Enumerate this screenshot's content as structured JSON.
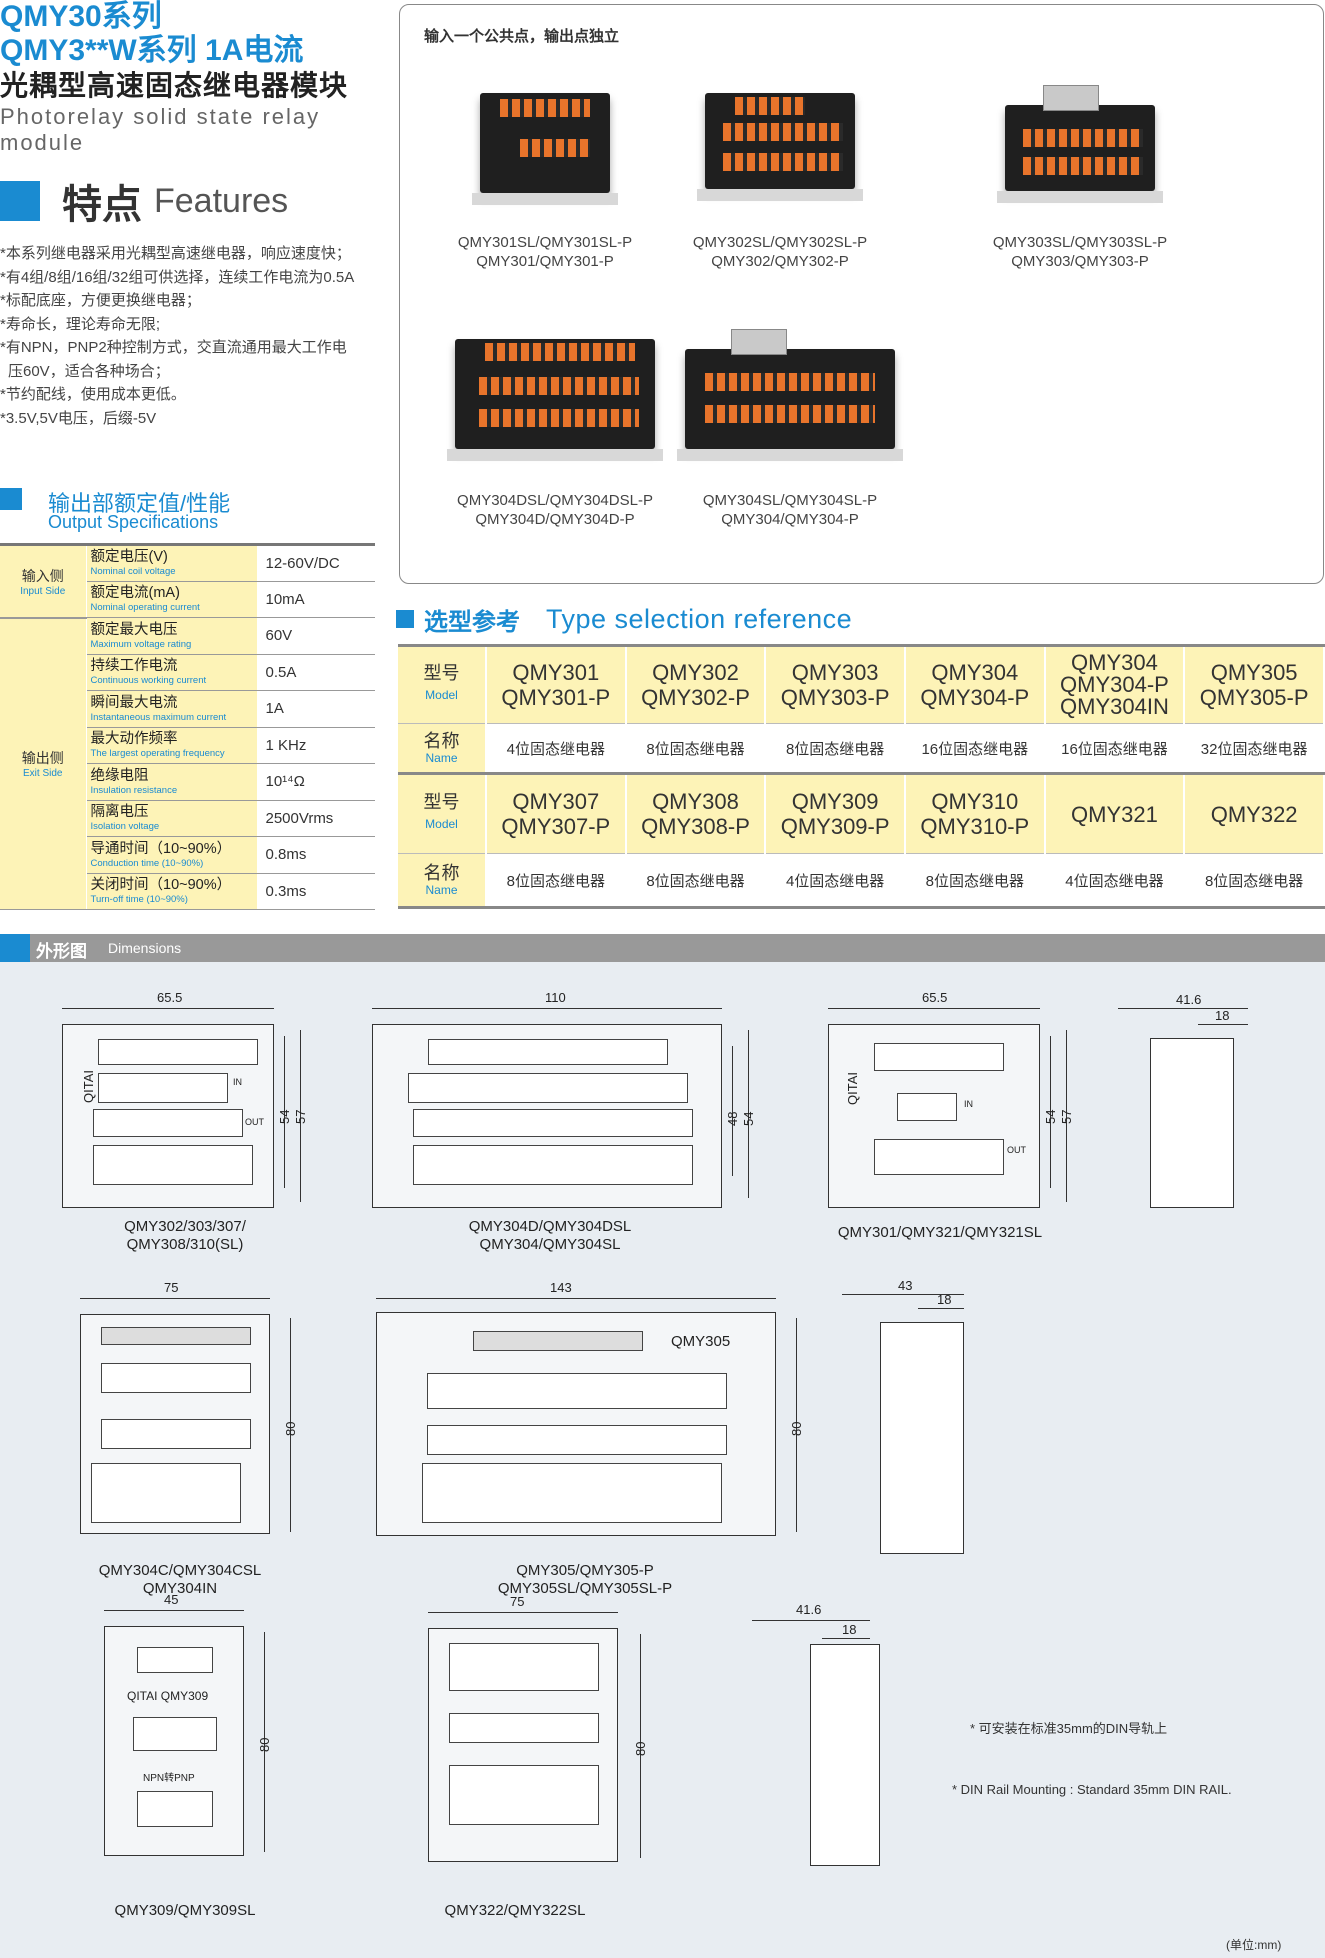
{
  "header": {
    "line1": "QMY30系列",
    "line2": "QMY3**W系列 1A电流",
    "line3": "光耦型高速固态继电器模块",
    "line4": "Photorelay solid state relay module"
  },
  "features": {
    "title_zh": "特点",
    "title_en": "Features",
    "items": [
      "*本系列继电器采用光耦型高速继电器，响应速度快；",
      "*有4组/8组/16组/32组可供选择，连续工作电流为0.5A",
      "*标配底座，方便更换继电器；",
      "*寿命长，理论寿命无限;",
      "*有NPN，PNP2种控制方式，交直流通用最大工作电",
      "  压60V，适合各种场合；",
      "*节约配线，使用成本更低。",
      "*3.5V,5V电压，后缀-5V"
    ]
  },
  "output_specs": {
    "title_zh": "输出部额定值/性能",
    "title_en": "Output Specifications",
    "input_side_zh": "输入侧",
    "input_side_en": "Input Side",
    "exit_side_zh": "输出侧",
    "exit_side_en": "Exit Side",
    "rows": [
      {
        "zh": "额定电压(V)",
        "en": "Nominal coil voltage",
        "value": "12-60V/DC"
      },
      {
        "zh": "额定电流(mA)",
        "en": "Nominal operating current",
        "value": "10mA"
      },
      {
        "zh": "额定最大电压",
        "en": "Maximum voltage rating",
        "value": "60V"
      },
      {
        "zh": "持续工作电流",
        "en": "Continuous working current",
        "value": "0.5A"
      },
      {
        "zh": "瞬间最大电流",
        "en": "Instantaneous maximum current",
        "value": "1A"
      },
      {
        "zh": "最大动作频率",
        "en": "The largest operating frequency",
        "value": "1 KHz"
      },
      {
        "zh": "绝缘电阻",
        "en": "Insulation resistance",
        "value": "10¹⁴Ω"
      },
      {
        "zh": "隔离电压",
        "en": "Isolation voltage",
        "value": "2500Vrms"
      },
      {
        "zh": "导通时间（10~90%）",
        "en": "Conduction time (10~90%)",
        "value": "0.8ms"
      },
      {
        "zh": "关闭时间（10~90%）",
        "en": "Turn-off time (10~90%)",
        "value": "0.3ms"
      }
    ]
  },
  "products": {
    "lead": "输入一个公共点，输出点独立",
    "items": [
      {
        "l1": "QMY301SL/QMY301SL-P",
        "l2": "QMY301/QMY301-P"
      },
      {
        "l1": "QMY302SL/QMY302SL-P",
        "l2": "QMY302/QMY302-P"
      },
      {
        "l1": "QMY303SL/QMY303SL-P",
        "l2": "QMY303/QMY303-P"
      },
      {
        "l1": "QMY304DSL/QMY304DSL-P",
        "l2": "QMY304D/QMY304D-P"
      },
      {
        "l1": "QMY304SL/QMY304SL-P",
        "l2": "QMY304/QMY304-P"
      }
    ]
  },
  "selection": {
    "title_zh": "选型参考",
    "title_en": "Type selection reference",
    "model_zh": "型号",
    "model_en": "Model",
    "name_zh": "名称",
    "name_en": "Name",
    "row1_models": [
      "QMY301\nQMY301-P",
      "QMY302\nQMY302-P",
      "QMY303\nQMY303-P",
      "QMY304\nQMY304-P",
      "QMY304\nQMY304-P\nQMY304IN",
      "QMY305\nQMY305-P"
    ],
    "row1_names": [
      "4位固态继电器",
      "8位固态继电器",
      "8位固态继电器",
      "16位固态继电器",
      "16位固态继电器",
      "32位固态继电器"
    ],
    "row2_models": [
      "QMY307\nQMY307-P",
      "QMY308\nQMY308-P",
      "QMY309\nQMY309-P",
      "QMY310\nQMY310-P",
      "QMY321",
      "QMY322"
    ],
    "row2_names": [
      "8位固态继电器",
      "8位固态继电器",
      "4位固态继电器",
      "8位固态继电器",
      "4位固态继电器",
      "8位固态继电器"
    ]
  },
  "dimensions": {
    "title_zh": "外形图",
    "title_en": "Dimensions",
    "d1": {
      "w": "65.5",
      "h1": "54",
      "h2": "57",
      "brand": "QITAI",
      "in": "IN",
      "out": "OUT",
      "label": "QMY302/303/307/\nQMY308/310(SL)"
    },
    "d2": {
      "w": "110",
      "h1": "48",
      "h2": "54",
      "label": "QMY304D/QMY304DSL\nQMY304/QMY304SL"
    },
    "d3": {
      "w": "65.5",
      "h1": "54",
      "h2": "57",
      "brand": "QITAI",
      "in": "IN",
      "out": "OUT",
      "label": "QMY301/QMY321/QMY321SL"
    },
    "d4": {
      "w": "41.6",
      "w2": "18"
    },
    "d5": {
      "w": "75",
      "h": "80",
      "label": "QMY304C/QMY304CSL\nQMY304IN"
    },
    "d6": {
      "w": "143",
      "h": "80",
      "tag": "QMY305",
      "label": "QMY305/QMY305-P\nQMY305SL/QMY305SL-P"
    },
    "d7": {
      "w": "43",
      "w2": "18"
    },
    "d8": {
      "w": "45",
      "h": "80",
      "brand": "QITAI  QMY309",
      "npn": "NPN转PNP",
      "label": "QMY309/QMY309SL"
    },
    "d9": {
      "w": "75",
      "h": "80",
      "label": "QMY322/QMY322SL"
    },
    "d10": {
      "w": "41.6",
      "w2": "18"
    },
    "note1": "* 可安装在标准35mm的DIN导轨上",
    "note2": "* DIN Rail Mounting : Standard 35mm DIN RAIL.",
    "unit": "(单位:mm)"
  }
}
